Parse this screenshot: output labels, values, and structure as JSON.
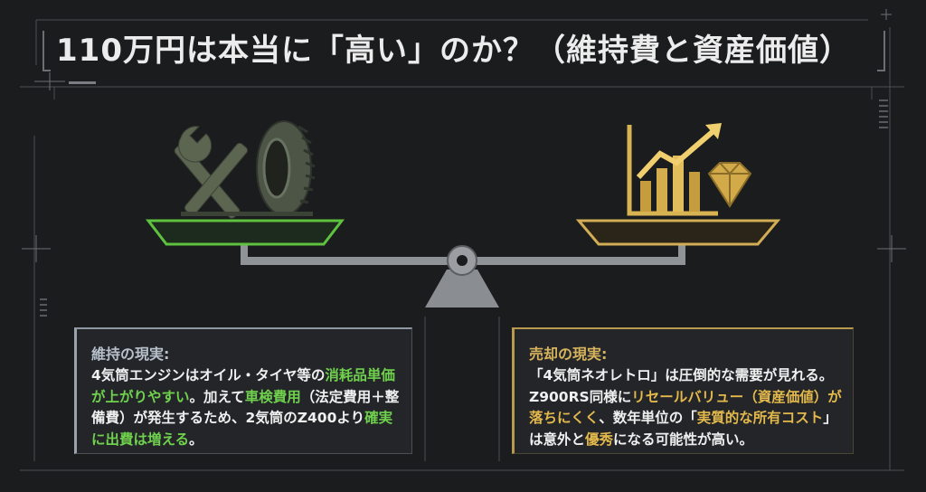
{
  "title": "110万円は本当に「高い」のか？（維持費と資産価値）",
  "left_panel": {
    "heading": "維持の現実:",
    "segments": [
      {
        "text": "4気筒エンジンはオイル・タイヤ等の",
        "hl": false
      },
      {
        "text": "消耗品単価が上がりやすい",
        "hl": true
      },
      {
        "text": "。加えて",
        "hl": false
      },
      {
        "text": "車検費用",
        "hl": true
      },
      {
        "text": "（法定費用＋整備費）が発生するため、2気筒のZ400より",
        "hl": false
      },
      {
        "text": "確実に出費は増える",
        "hl": true
      },
      {
        "text": "。",
        "hl": false
      }
    ]
  },
  "right_panel": {
    "heading": "売却の現実:",
    "segments": [
      {
        "text": "「4気筒ネオレトロ」は圧倒的な需要が見れる。Z900RS同様に",
        "hl": false
      },
      {
        "text": "リセールバリュー（資産価値）が落ちにくく",
        "hl": true
      },
      {
        "text": "、数年単位の「",
        "hl": false
      },
      {
        "text": "実質的な所有コスト",
        "hl": true
      },
      {
        "text": "」は意外と",
        "hl": false
      },
      {
        "text": "優秀",
        "hl": true
      },
      {
        "text": "になる可能性が高い。",
        "hl": false
      }
    ]
  },
  "icons": {
    "left": [
      "wrench-icon",
      "tire-icon"
    ],
    "right": [
      "growth-chart-icon",
      "diamond-icon"
    ]
  },
  "colors": {
    "left_accent": "#6fd14c",
    "right_accent": "#d6b35c",
    "background": "#1b1c1e"
  }
}
